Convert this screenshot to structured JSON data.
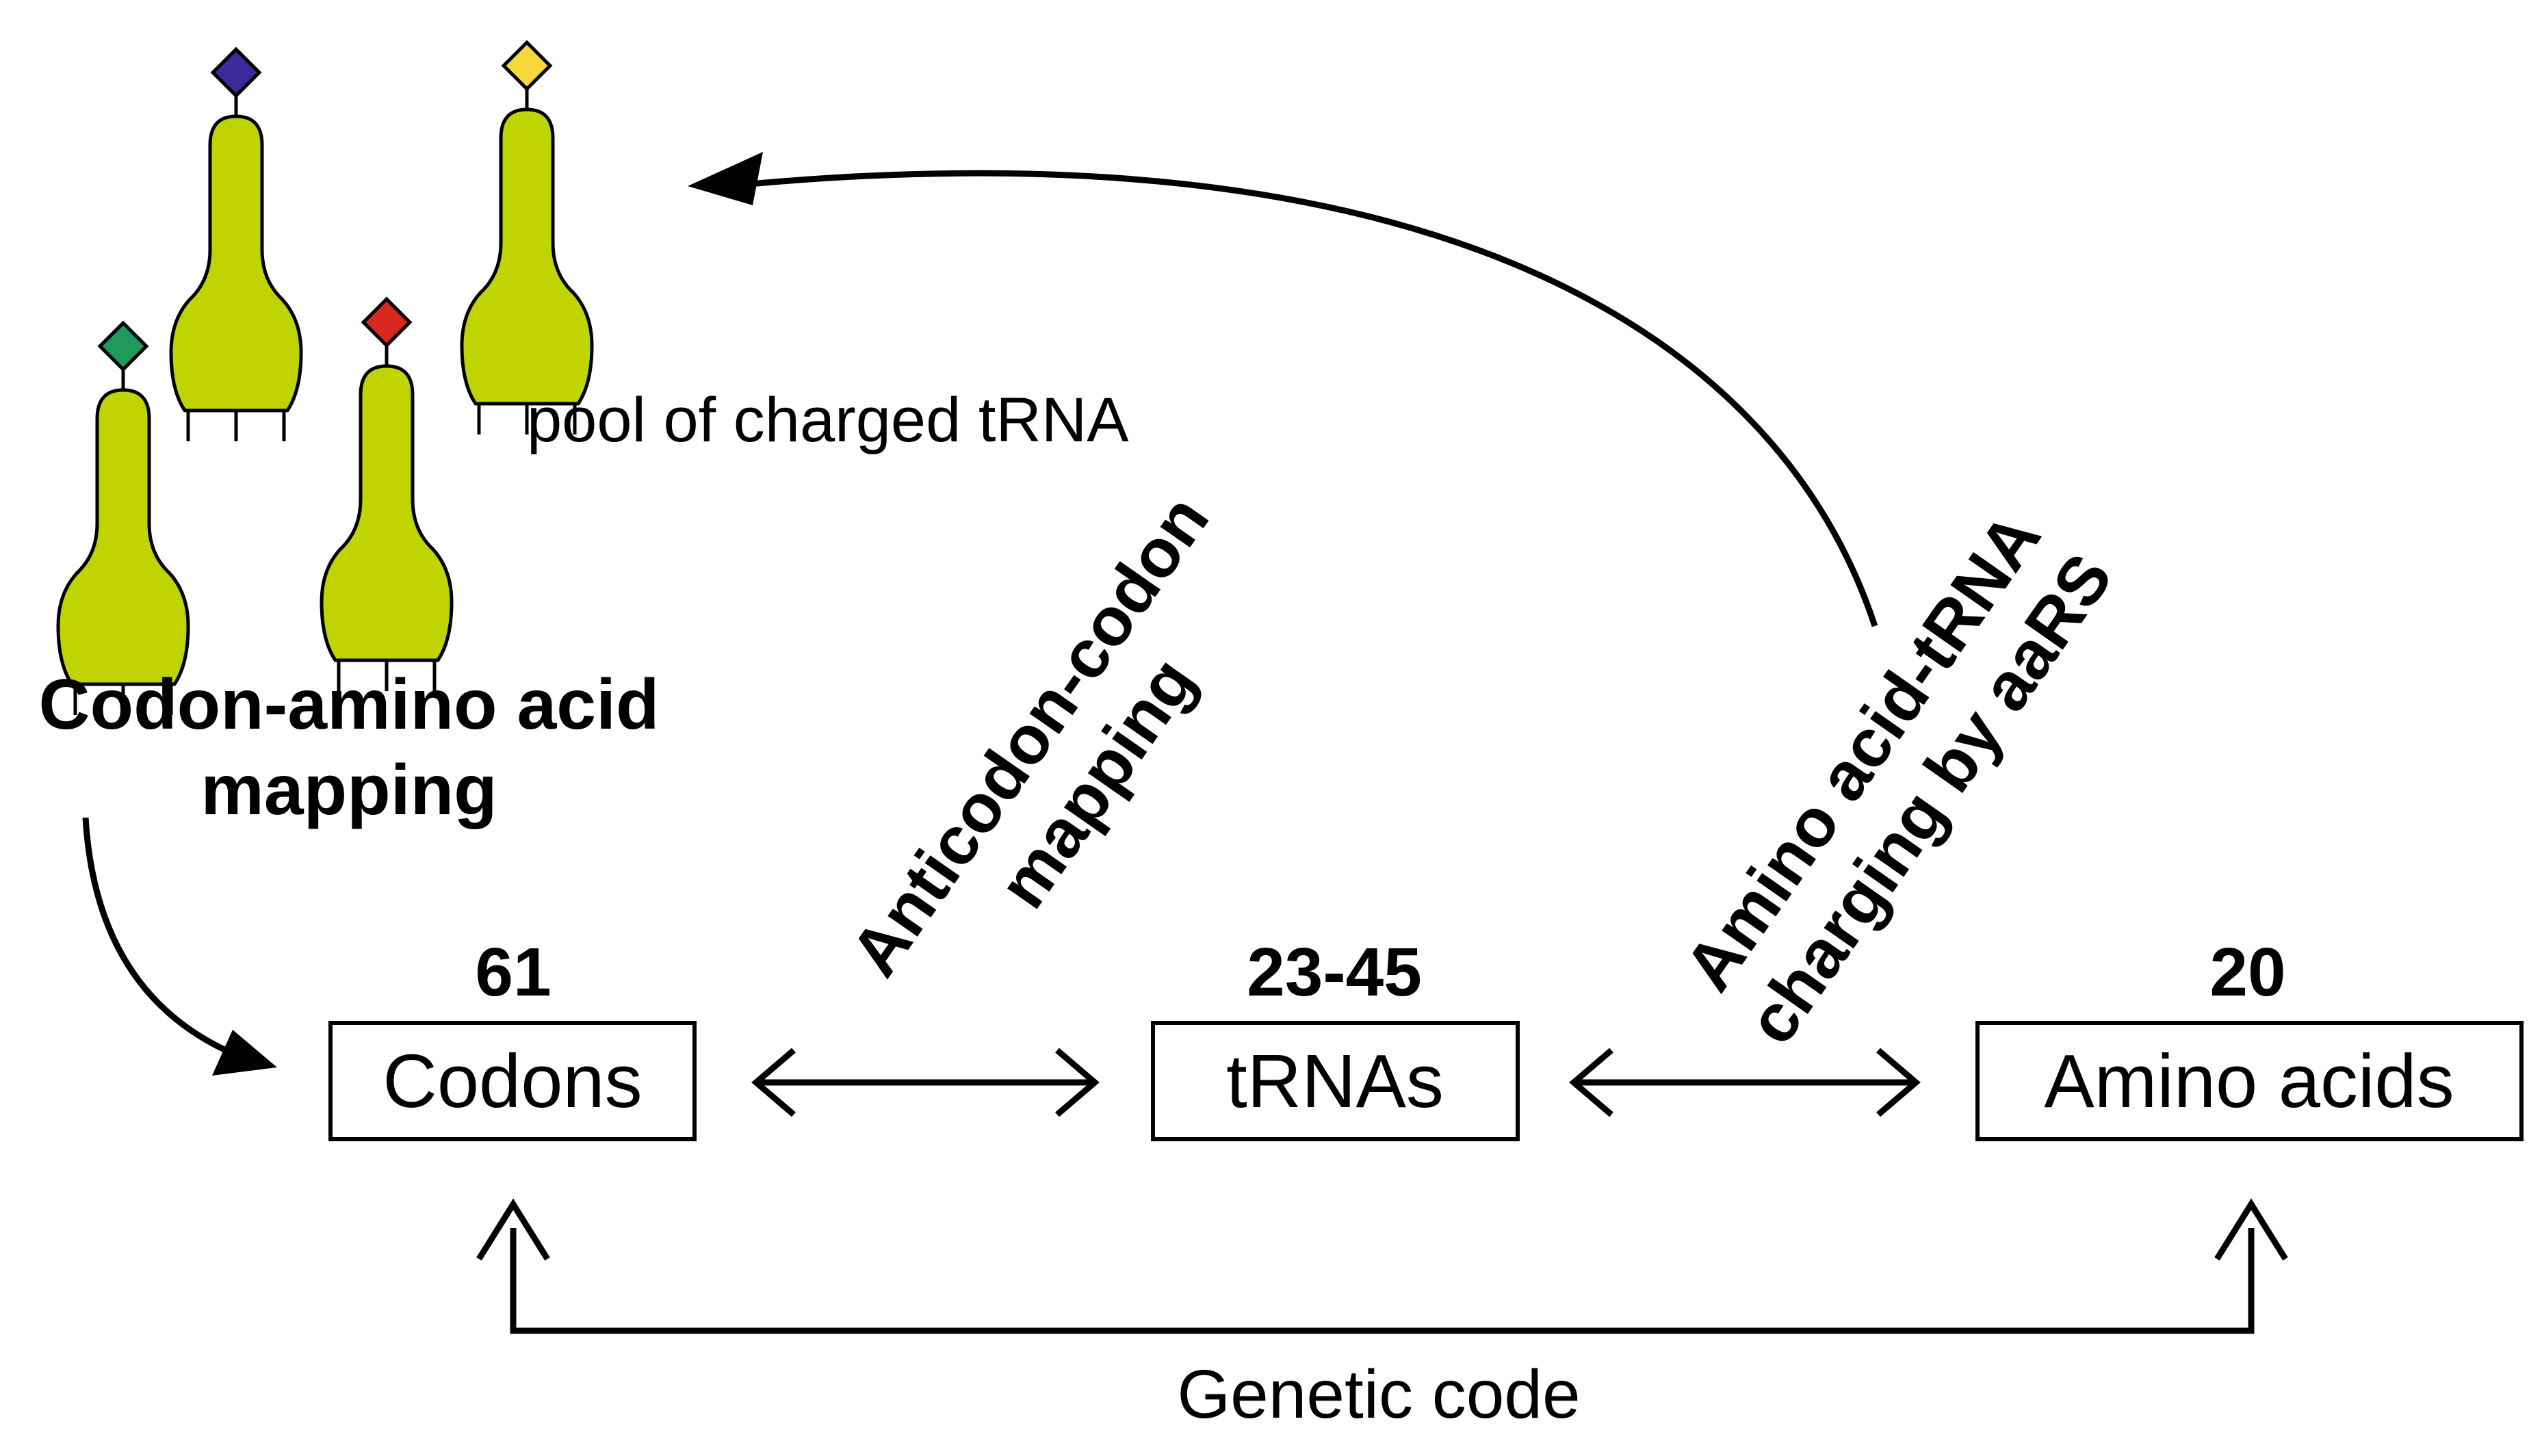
{
  "pool_label": "pool of charged tRNA",
  "mapping_title": {
    "line1": "Codon-amino acid",
    "line2": "mapping"
  },
  "boxes": {
    "codons": {
      "count": "61",
      "label": "Codons"
    },
    "trnas": {
      "count": "23-45",
      "label": "tRNAs"
    },
    "amino_acids": {
      "count": "20",
      "label": "Amino acids"
    }
  },
  "anticodon_label": {
    "line1": "Anticodon-codon",
    "line2": "mapping"
  },
  "charging_label": {
    "line1": "Amino acid-tRNA",
    "line2": "charging by aaRS"
  },
  "genetic_code_label": "Genetic code",
  "colors": {
    "trna_body": "#bfd400",
    "amino_acid_purple": "#3b2a9a",
    "amino_acid_yellow": "#f7d83a",
    "amino_acid_green": "#1f9a5a",
    "amino_acid_red": "#d8281e",
    "line": "#000000"
  },
  "icons": [
    "trna-icon",
    "amino-acid-diamond-icon"
  ]
}
